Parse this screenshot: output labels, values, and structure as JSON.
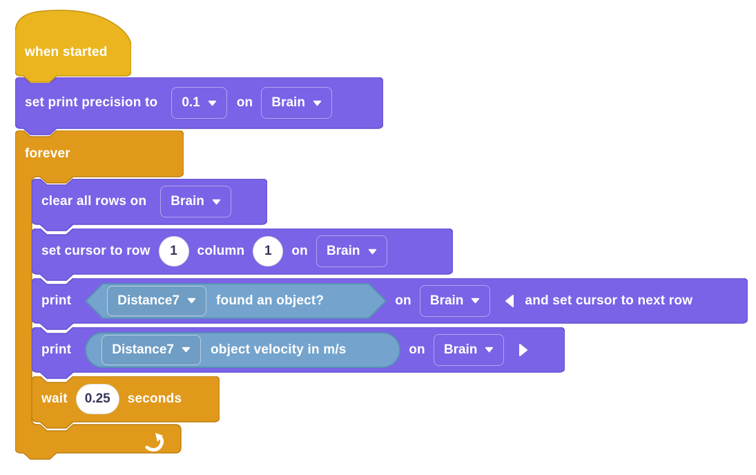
{
  "colors": {
    "canvas_bg": "#ffffff",
    "hat_fill": "#EAB51E",
    "hat_stroke": "#C6920E",
    "orange_fill": "#E0991B",
    "orange_stroke": "#BE7E11",
    "purple_fill": "#7A63E6",
    "purple_stroke": "#6450D0",
    "blue_fill": "#74A4CD",
    "blue_stroke": "#5890B6",
    "input_text": "#35355A"
  },
  "icons": {
    "dropdown_caret": "▾",
    "collapse_left": "◀",
    "expand_right": "▶",
    "loop_arrow": "↻"
  },
  "blocks": {
    "when_started": {
      "label": "when started"
    },
    "set_print_precision": {
      "prefix": "set print precision to",
      "precision": "0.1",
      "on": "on",
      "device": "Brain"
    },
    "forever": {
      "label": "forever"
    },
    "clear_all_rows": {
      "prefix": "clear all rows on",
      "device": "Brain"
    },
    "set_cursor": {
      "prefix": "set cursor to row",
      "row": "1",
      "column_label": "column",
      "column": "1",
      "on": "on",
      "device": "Brain"
    },
    "print_condition": {
      "print": "print",
      "sensor": "Distance7",
      "condition": "found an object?",
      "on": "on",
      "device": "Brain",
      "suffix": "and set cursor to next row"
    },
    "print_value": {
      "print": "print",
      "sensor": "Distance7",
      "value_label": "object velocity in m/s",
      "on": "on",
      "device": "Brain"
    },
    "wait": {
      "prefix": "wait",
      "seconds": "0.25",
      "suffix": "seconds"
    }
  }
}
